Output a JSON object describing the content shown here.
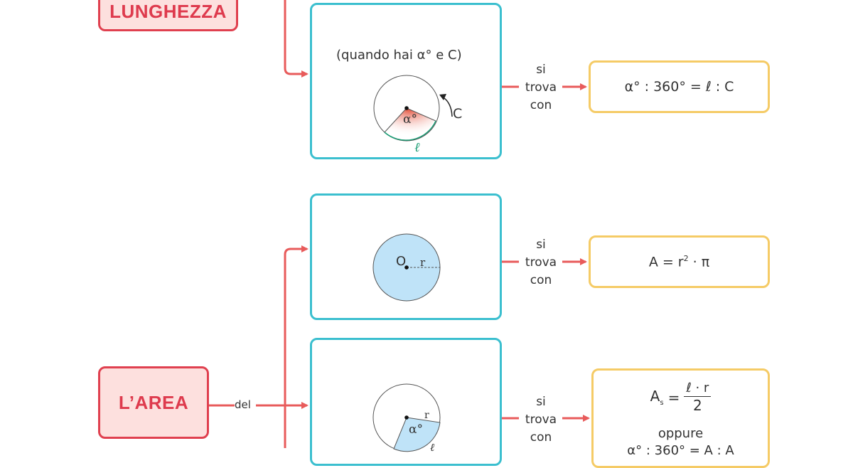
{
  "concepts": {
    "length": "LUNGHEZZA",
    "area": "L’AREA"
  },
  "connector_del": "del",
  "connector_lines": [
    "si",
    "trova",
    "con"
  ],
  "cases": {
    "arc_length": {
      "condition": "(quando hai α° e C)",
      "labels": {
        "angle": "α°",
        "circumference": "C",
        "arc": "ℓ"
      }
    },
    "circle_area": {
      "labels": {
        "center": "O",
        "radius": "r"
      }
    },
    "sector_area": {
      "labels": {
        "angle": "α°",
        "radius": "r",
        "arc": "ℓ"
      }
    }
  },
  "results": {
    "arc_length": "α° : 360° = ℓ : C",
    "circle_area": {
      "lhs": "A = r",
      "exp": "2",
      "rhs": " · π"
    },
    "sector_area": {
      "lhs": "A",
      "sub": "s",
      "eq": "=",
      "numerator": "ℓ · r",
      "denominator": "2",
      "or": "oppure",
      "alt": "α° : 360° = A  : A"
    }
  },
  "colors": {
    "concept_border": "#e0404f",
    "concept_fill": "#fde0de",
    "case_border": "#3bbfcf",
    "result_border": "#f5cb66",
    "arrow": "#e85b5b",
    "circle_fill": "#bfe3f8",
    "arc_green": "#1a9c74"
  }
}
